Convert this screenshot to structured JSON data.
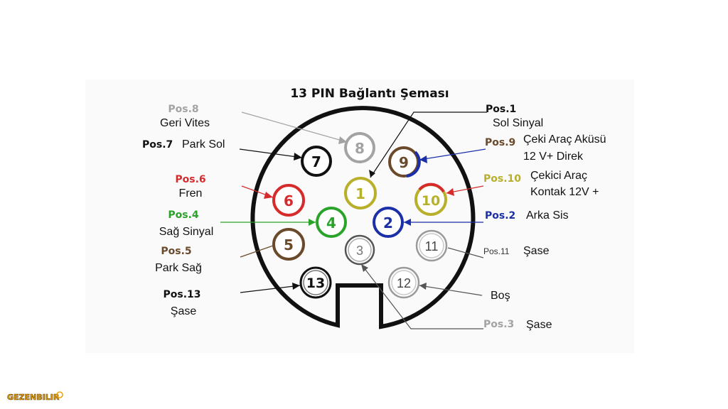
{
  "title": "13 PIN  Bağlantı Şeması",
  "colors": {
    "gray": "#a3a3a3",
    "black": "#111111",
    "red": "#d62b2b",
    "green": "#29a329",
    "brown": "#6b4a2b",
    "yellow": "#b8b02a",
    "blue": "#1a2fa8",
    "white_ring": "#bdbdbd",
    "logo": "#f0a400"
  },
  "pins": {
    "p1": {
      "number": "1"
    },
    "p2": {
      "number": "2"
    },
    "p3": {
      "number": "3"
    },
    "p4": {
      "number": "4"
    },
    "p5": {
      "number": "5"
    },
    "p6": {
      "number": "6"
    },
    "p7": {
      "number": "7"
    },
    "p8": {
      "number": "8"
    },
    "p9": {
      "number": "9"
    },
    "p10": {
      "number": "10"
    },
    "p11": {
      "number": "11"
    },
    "p12": {
      "number": "12"
    },
    "p13": {
      "number": "13"
    }
  },
  "labels": {
    "pos8": {
      "pos": "Pos.8",
      "desc1": "Geri Vites"
    },
    "pos7": {
      "pos": "Pos.7",
      "desc1": "Park Sol"
    },
    "pos6": {
      "pos": "Pos.6",
      "desc1": "Fren"
    },
    "pos4": {
      "pos": "Pos.4",
      "desc1": "Sağ Sinyal"
    },
    "pos5": {
      "pos": "Pos.5",
      "desc1": "Park Sağ"
    },
    "pos13": {
      "pos": "Pos.13",
      "desc1": "Şase"
    },
    "pos1": {
      "pos": "Pos.1",
      "desc1": "Sol  Sinyal"
    },
    "pos9": {
      "pos": "Pos.9",
      "desc1": "Çeki Araç Aküsü",
      "desc2": "12 V+ Direk"
    },
    "pos10": {
      "pos": "Pos.10",
      "desc1": "Çekici Araç",
      "desc2": "Kontak 12V +"
    },
    "pos2": {
      "pos": "Pos.2",
      "desc1": "Arka Sis"
    },
    "pos11": {
      "pos": "Pos.11",
      "desc1": "Şase"
    },
    "pos12": {
      "desc1": "Boş"
    },
    "pos3": {
      "pos": "Pos.3",
      "desc1": "Şase"
    }
  },
  "logo": {
    "text": "GEZENBILIR"
  }
}
